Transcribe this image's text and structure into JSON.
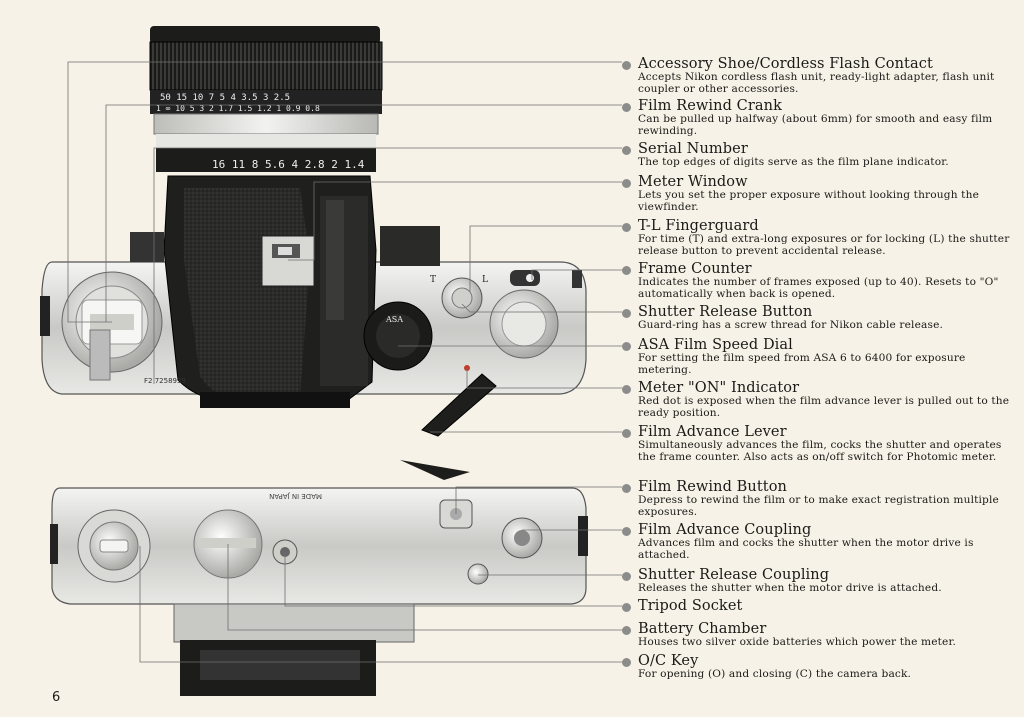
{
  "page_number": "6",
  "engravings": {
    "lens_distance_ft": "50 15 10 7 5 4 3.5 3 2.5",
    "lens_distance_m": "1 ∞ 10 5 3 2 1.7 1.5 1.2 1 0.9 0.8",
    "aperture_scale": "16 11 8 5.6 4 2.8 2 1.4",
    "asa": "ASA",
    "serial": "F2 7258939",
    "made_in": "MADE IN JAPAN",
    "t_mark": "T",
    "l_mark": "L"
  },
  "callouts": [
    {
      "title": "Accessory Shoe/Cordless Flash Contact",
      "desc": "Accepts Nikon cordless flash unit, ready-light adapter, flash unit coupler or other accessories."
    },
    {
      "title": "Film Rewind Crank",
      "desc": "Can be pulled up halfway (about 6mm) for smooth and easy film rewinding."
    },
    {
      "title": "Serial Number",
      "desc": "The top edges of digits serve as the film plane indicator."
    },
    {
      "title": "Meter Window",
      "desc": "Lets you set the proper exposure without looking through the viewfinder."
    },
    {
      "title": "T-L Fingerguard",
      "desc": "For time (T) and extra-long exposures or for locking (L) the shutter release button to prevent accidental release."
    },
    {
      "title": "Frame Counter",
      "desc": "Indicates the number of frames exposed (up to 40). Resets to \"O\" automatically when back is opened."
    },
    {
      "title": "Shutter Release Button",
      "desc": "Guard-ring has a screw thread for Nikon cable release."
    },
    {
      "title": "ASA Film Speed Dial",
      "desc": "For setting the film speed from ASA 6 to 6400 for exposure metering."
    },
    {
      "title": "Meter \"ON\" Indicator",
      "desc": "Red dot is exposed when the film advance lever is pulled out to the ready position."
    },
    {
      "title": "Film Advance Lever",
      "desc": "Simultaneously advances the film, cocks the shutter and operates the frame counter. Also acts as on/off switch for Photomic meter."
    },
    {
      "title": "Film Rewind Button",
      "desc": "Depress to rewind the film or to make exact registration multiple exposures."
    },
    {
      "title": "Film Advance Coupling",
      "desc": "Advances film and cocks the shutter when the motor drive is attached."
    },
    {
      "title": "Shutter Release Coupling",
      "desc": "Releases the shutter when the motor drive is attached."
    },
    {
      "title": "Tripod Socket",
      "desc": ""
    },
    {
      "title": "Battery Chamber",
      "desc": "Houses two silver oxide batteries which power the meter."
    },
    {
      "title": "O/C Key",
      "desc": "For opening (O) and closing (C) the camera back."
    }
  ]
}
